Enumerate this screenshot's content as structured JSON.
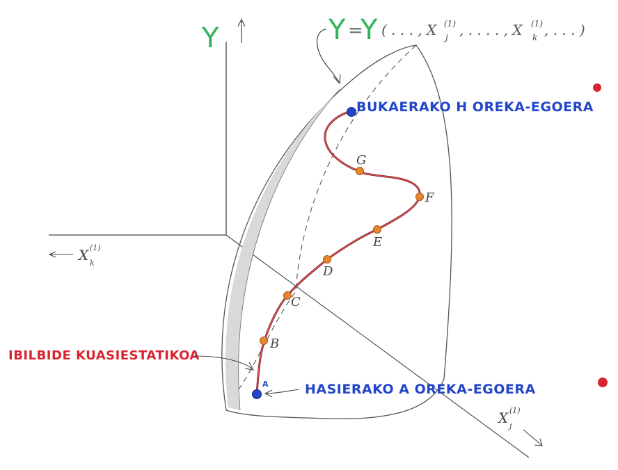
{
  "labels": {
    "y_axis": "Y",
    "equation_lhs": "Y",
    "equation_eq": "=",
    "equation_rhs_symbol": "Y",
    "equation_args": "( . . . ,  X",
    "equation_sub_j": "j",
    "equation_sup_1": "(1)",
    "equation_mid": ", . . . . ,  X",
    "equation_sub_k": "k",
    "equation_sup_2": "(1)",
    "equation_end": ",  . . . )",
    "xk_axis": "X",
    "xk_sub": "k",
    "xk_sup": "(1)",
    "xj_axis": "X",
    "xj_sub": "j",
    "xj_sup": "(1)",
    "final_state": "BUKAERAKO H OREKA-EGOERA",
    "initial_state": "HASIERAKO A OREKA-EGOERA",
    "path_label": "IBILBIDE KUASIESTATIKOA",
    "point_a": "A"
  },
  "points": [
    "B",
    "C",
    "D",
    "E",
    "F",
    "G"
  ],
  "colors": {
    "path": "#c3393f",
    "point_orange": "#e8872f",
    "point_blue": "#2346c8",
    "axis": "#444444",
    "green": "#33b35a",
    "red": "#d8242f"
  }
}
